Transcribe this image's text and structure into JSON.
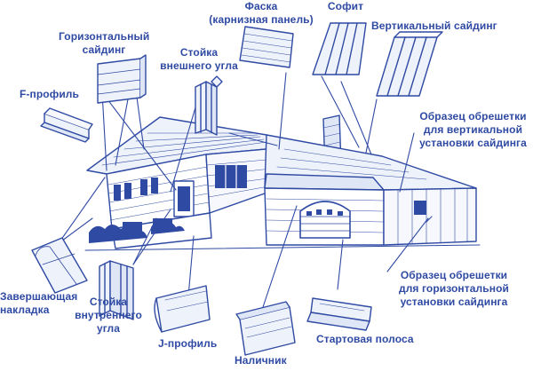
{
  "labels": {
    "fascia": "Фаска\n(карнизная панель)",
    "soffit": "Софит",
    "vertical_siding": "Вертикальный сайдинг",
    "horizontal_siding": "Горизонтальный\nсайдинг",
    "outer_corner": "Стойка\nвнешнего угла",
    "f_profile": "F-профиль",
    "lathing_vertical": "Образец обрешетки\nдля вертикальной\nустановки сайдинга",
    "lathing_horizontal": "Образец обрешетки\nдля горизонтальной\nустановки сайдинга",
    "finishing_strip": "Завершающая\nнакладка",
    "inner_corner": "Стойка\nвнутреннего\nугла",
    "j_profile": "J-профиль",
    "trim": "Наличник",
    "starter_strip": "Стартовая полоса"
  },
  "colors": {
    "ink": "#2f4aa3",
    "fill": "#eef2fb",
    "background": "#ffffff"
  }
}
